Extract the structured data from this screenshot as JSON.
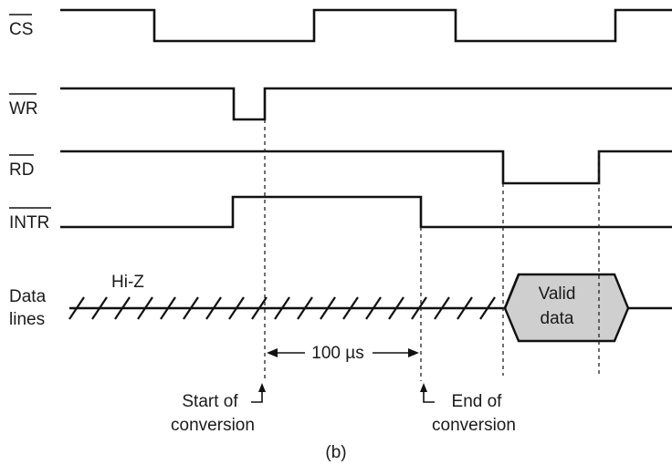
{
  "signals": {
    "cs": "CS",
    "wr": "WR",
    "rd": "RD",
    "intr": "INTR",
    "data_line1": "Data",
    "data_line2": "lines"
  },
  "annotations": {
    "hi_z": "Hi-Z",
    "valid_line1": "Valid",
    "valid_line2": "data",
    "interval": "100 µs",
    "start_line1": "Start of",
    "start_line2": "conversion",
    "end_line1": "End of",
    "end_line2": "conversion"
  },
  "caption": "(b)",
  "colors": {
    "valid_fill": "#cfcfcf",
    "line": "#111111"
  }
}
